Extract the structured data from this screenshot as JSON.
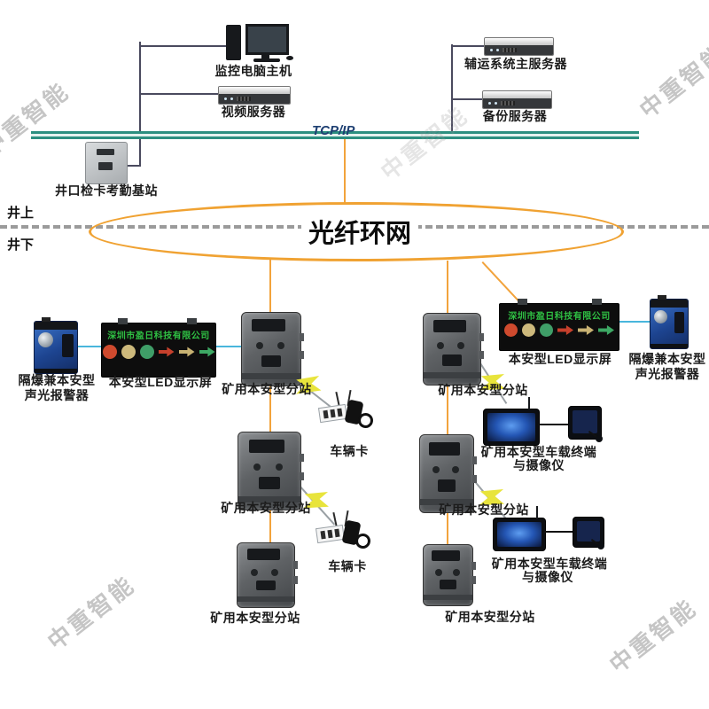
{
  "diagram": {
    "watermark": "中重智能",
    "network": {
      "tcpip": "TCP/IP",
      "ring": "光纤环网",
      "surface": "井上",
      "underground": "井下"
    },
    "surface_devices": {
      "monitor_host": "监控电脑主机",
      "video_server": "视频服务器",
      "aux_main_server": "辅运系统主服务器",
      "backup_server": "备份服务器",
      "attendance_station": "井口检卡考勤基站"
    },
    "led_screen": {
      "company": "深圳市盈日科技有限公司",
      "label": "本安型LED显示屏"
    },
    "alarm": {
      "line1": "隔爆兼本安型",
      "line2": "声光报警器"
    },
    "substation_label": "矿用本安型分站",
    "vehicle_card_label": "车辆卡",
    "terminal": {
      "line1": "矿用本安型车载终端",
      "line2": "与摄像仪"
    }
  },
  "colors": {
    "bus_teal": "#2c8f80",
    "ring_orange": "#f0a232",
    "wire_blue": "#49b6dc",
    "bolt_yellow": "#e8e43c",
    "led_green_text": "#2fbf43",
    "led_red": "#cf4a2e",
    "led_amber": "#cdb97c",
    "led_green": "#3f9e68"
  }
}
